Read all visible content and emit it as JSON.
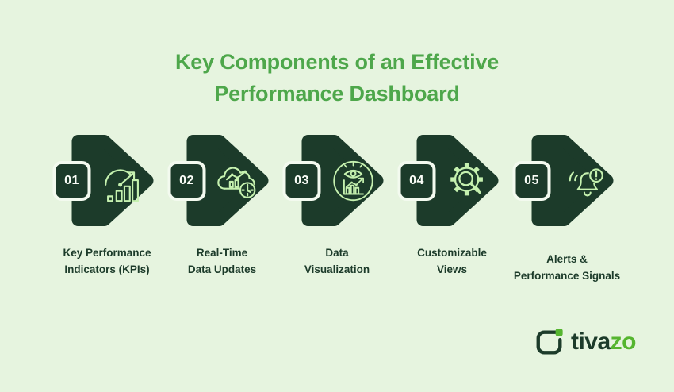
{
  "title": {
    "line1": "Key Components of an Effective",
    "line2": "Performance Dashboard"
  },
  "steps": [
    {
      "number": "01",
      "icon": "gauge-growth-icon",
      "label_line1": "Key Performance",
      "label_line2": "Indicators (KPIs)"
    },
    {
      "number": "02",
      "icon": "cloud-realtime-icon",
      "label_line1": "Real-Time",
      "label_line2": "Data Updates"
    },
    {
      "number": "03",
      "icon": "data-visualization-icon",
      "label_line1": "Data",
      "label_line2": "Visualization"
    },
    {
      "number": "04",
      "icon": "gear-magnifier-icon",
      "label_line1": "Customizable",
      "label_line2": "Views"
    },
    {
      "number": "05",
      "icon": "alert-bell-icon",
      "label_line1": "Alerts &",
      "label_line2": "Performance Signals"
    }
  ],
  "logo": {
    "brand_prefix": "tiva",
    "brand_suffix": "zo",
    "icon": "tivazo-square-icon"
  },
  "colors": {
    "background": "#e6f4df",
    "arrow_fill": "#1c3b2a",
    "icon_stroke": "#c5f1af",
    "title": "#4ea74b",
    "label_text": "#1c3b2a",
    "badge_background": "#1c3b2a",
    "badge_border": "#f3faef",
    "badge_text": "#fafdf7",
    "logo_primary": "#1c3b2a",
    "logo_accent": "#55b52f"
  }
}
